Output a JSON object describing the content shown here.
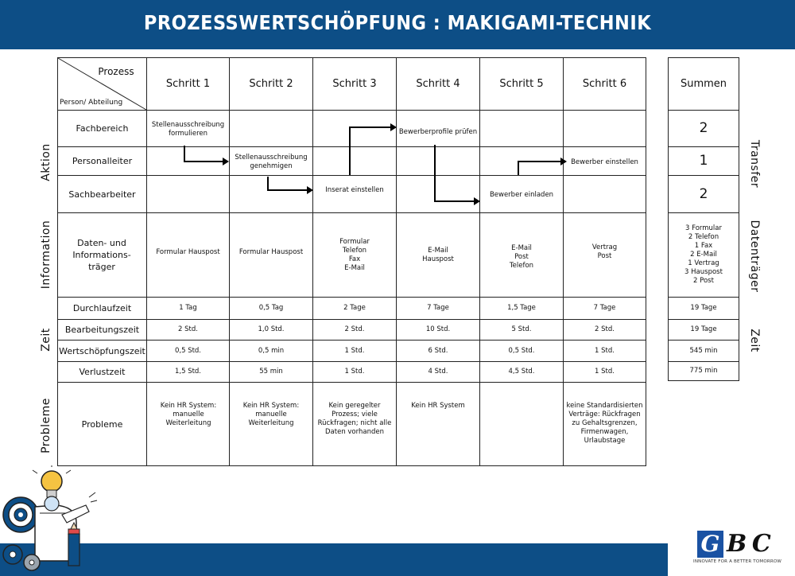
{
  "title": "PROZESSWERTSCHÖPFUNG : MAKIGAMI-TECHNIK",
  "header": {
    "prozess": "Prozess",
    "person": "Person/ Abteilung",
    "steps": [
      "Schritt 1",
      "Schritt 2",
      "Schritt 3",
      "Schritt 4",
      "Schritt 5",
      "Schritt 6"
    ],
    "summen": "Summen"
  },
  "groups": {
    "aktion": "Aktion",
    "information": "Information",
    "zeit": "Zeit",
    "probleme": "Probleme"
  },
  "right_labels": {
    "transfer": "Transfer",
    "datentraeger": "Datenträger",
    "zeit": "Zeit"
  },
  "rows": {
    "fachbereich": "Fachbereich",
    "personalleiter": "Personalleiter",
    "sachbearbeiter": "Sachbearbeiter",
    "daten": "Daten- und Informations- träger",
    "durchlaufzeit": "Durchlaufzeit",
    "bearbeitungszeit": "Bearbeitungszeit",
    "wertschoepfungszeit": "Wertschöpfungszeit",
    "verlustzeit": "Verlustzeit",
    "probleme": "Probleme"
  },
  "actions": {
    "s1": "Stellenausschreibung formulieren",
    "s2": "Stellenausschreibung genehmigen",
    "s3": "Inserat einstellen",
    "s4": "Bewerberprofile prüfen",
    "s5": "Bewerber einladen",
    "s6": "Bewerber einstellen"
  },
  "information": [
    "Formular Hauspost",
    "Formular Hauspost",
    "Formular\nTelefon\nFax\nE-Mail",
    "E-Mail\nHauspost",
    "E-Mail\nPost\nTelefon",
    "Vertrag\nPost"
  ],
  "durchlaufzeit": [
    "1 Tag",
    "0,5 Tag",
    "2 Tage",
    "7 Tage",
    "1,5 Tage",
    "7 Tage"
  ],
  "bearbeitungszeit": [
    "2 Std.",
    "1,0 Std.",
    "2 Std.",
    "10 Std.",
    "5 Std.",
    "2 Std."
  ],
  "wertschoepfungszeit": [
    "0,5 Std.",
    "0,5 min",
    "1 Std.",
    "6 Std.",
    "0,5 Std.",
    "1 Std."
  ],
  "verlustzeit": [
    "1,5 Std.",
    "55 min",
    "1 Std.",
    "4 Std.",
    "4,5 Std.",
    "1 Std."
  ],
  "probleme": [
    "Kein HR System: manuelle Weiterleitung",
    "Kein HR System: manuelle Weiterleitung",
    "Kein geregelter Prozess; viele Rückfragen; nicht alle Daten vorhanden",
    "Kein HR System",
    "",
    "keine Standardisierten Verträge: Rückfragen zu Gehaltsgrenzen, Firmenwagen, Urlaubstage"
  ],
  "summen": {
    "fachbereich": "2",
    "personalleiter": "1",
    "sachbearbeiter": "2",
    "datentraeger": "3 Formular\n2 Telefon\n1 Fax\n2 E-Mail\n1 Vertrag\n3 Hauspost\n2 Post",
    "durchlaufzeit": "19 Tage",
    "bearbeitungszeit": "19 Tage",
    "wertschoepfungszeit": "545 min",
    "verlustzeit": "775 min"
  },
  "logo": {
    "g": "G",
    "bc": "BC",
    "slogan": "INNOVATE FOR A BETTER TOMORROW",
    "brand_color": "#1a52a3"
  },
  "colors": {
    "header_bar": "#0d4e86"
  }
}
